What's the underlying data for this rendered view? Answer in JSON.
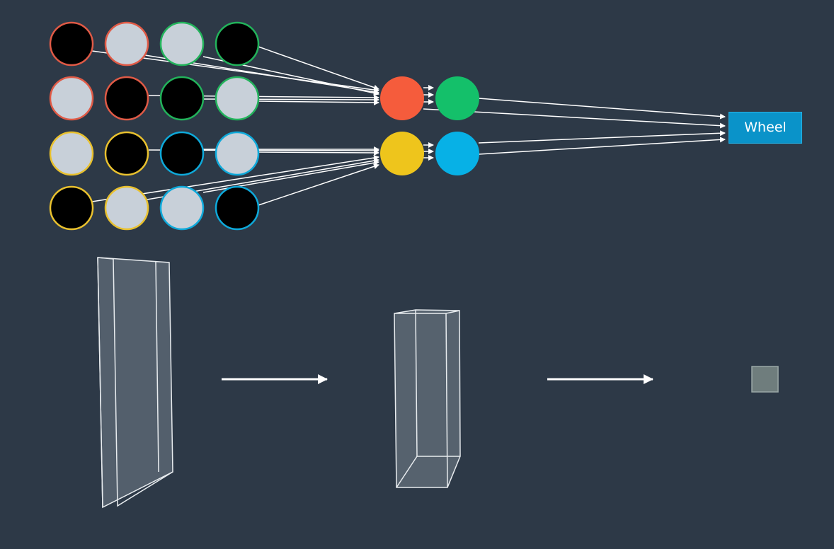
{
  "output_label": "Wheel",
  "colors": {
    "background": "#2d3947",
    "node_black": "#000000",
    "node_gray": "#c8d0d9",
    "border_red": "#e05a46",
    "border_green": "#22b35b",
    "border_yellow": "#e9c12e",
    "border_blue": "#0ea9da",
    "hidden_red": "#f55c3c",
    "hidden_green": "#14c06a",
    "hidden_yellow": "#eec51c",
    "hidden_blue": "#07b1e6",
    "output_box": "#0a93c9"
  },
  "input_grid": [
    [
      {
        "fill": "black",
        "border": "red"
      },
      {
        "fill": "gray",
        "border": "red"
      },
      {
        "fill": "gray",
        "border": "green"
      },
      {
        "fill": "black",
        "border": "green"
      }
    ],
    [
      {
        "fill": "gray",
        "border": "red"
      },
      {
        "fill": "black",
        "border": "red"
      },
      {
        "fill": "black",
        "border": "green"
      },
      {
        "fill": "gray",
        "border": "green"
      }
    ],
    [
      {
        "fill": "gray",
        "border": "yellow"
      },
      {
        "fill": "black",
        "border": "yellow"
      },
      {
        "fill": "black",
        "border": "blue"
      },
      {
        "fill": "gray",
        "border": "blue"
      }
    ],
    [
      {
        "fill": "black",
        "border": "yellow"
      },
      {
        "fill": "gray",
        "border": "yellow"
      },
      {
        "fill": "gray",
        "border": "blue"
      },
      {
        "fill": "black",
        "border": "blue"
      }
    ]
  ],
  "hidden_nodes": [
    "red",
    "green",
    "yellow",
    "blue"
  ]
}
